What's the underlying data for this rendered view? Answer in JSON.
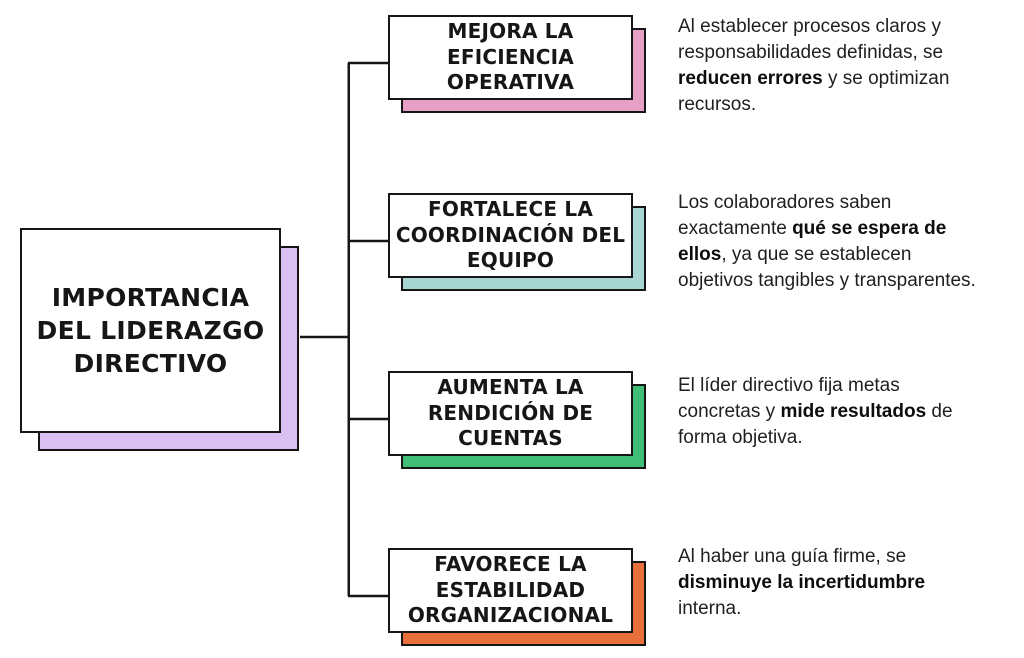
{
  "diagram": {
    "background": "#ffffff",
    "connector_color": "#161616",
    "border_color": "#161616",
    "node_fill": "#ffffff",
    "main_node": {
      "title_lines": [
        "IMPORTANCIA",
        "DEL LIDERAZGO",
        "DIRECTIVO"
      ],
      "shadow_color": "#d9c2f1"
    },
    "branches": [
      {
        "label_lines": [
          "MEJORA LA",
          "EFICIENCIA",
          "OPERATIVA"
        ],
        "shadow_color": "#e89fc6",
        "description_segments": [
          {
            "text": "Al establecer procesos claros y responsabilidades definidas, se ",
            "bold": false
          },
          {
            "text": "reducen errores",
            "bold": true
          },
          {
            "text": " y se optimizan recursos.",
            "bold": false
          }
        ]
      },
      {
        "label_lines": [
          "FORTALECE LA",
          "COORDINACIÓN DEL",
          "EQUIPO"
        ],
        "shadow_color": "#a7d6d3",
        "description_segments": [
          {
            "text": "Los colaboradores saben exactamente ",
            "bold": false
          },
          {
            "text": "qué se espera de ellos",
            "bold": true
          },
          {
            "text": ", ya que se establecen objetivos tangibles y transparentes.",
            "bold": false
          }
        ]
      },
      {
        "label_lines": [
          "AUMENTA LA",
          "RENDICIÓN DE",
          "CUENTAS"
        ],
        "shadow_color": "#3ebe76",
        "description_segments": [
          {
            "text": "El líder directivo fija metas concretas y ",
            "bold": false
          },
          {
            "text": "mide resultados",
            "bold": true
          },
          {
            "text": " de forma objetiva.",
            "bold": false
          }
        ]
      },
      {
        "label_lines": [
          "FAVORECE LA",
          "ESTABILIDAD",
          "ORGANIZACIONAL"
        ],
        "shadow_color": "#e7703c",
        "description_segments": [
          {
            "text": "Al haber una guía firme, se ",
            "bold": false
          },
          {
            "text": "disminuye la incertidumbre",
            "bold": true
          },
          {
            "text": " interna.",
            "bold": false
          }
        ]
      }
    ]
  }
}
